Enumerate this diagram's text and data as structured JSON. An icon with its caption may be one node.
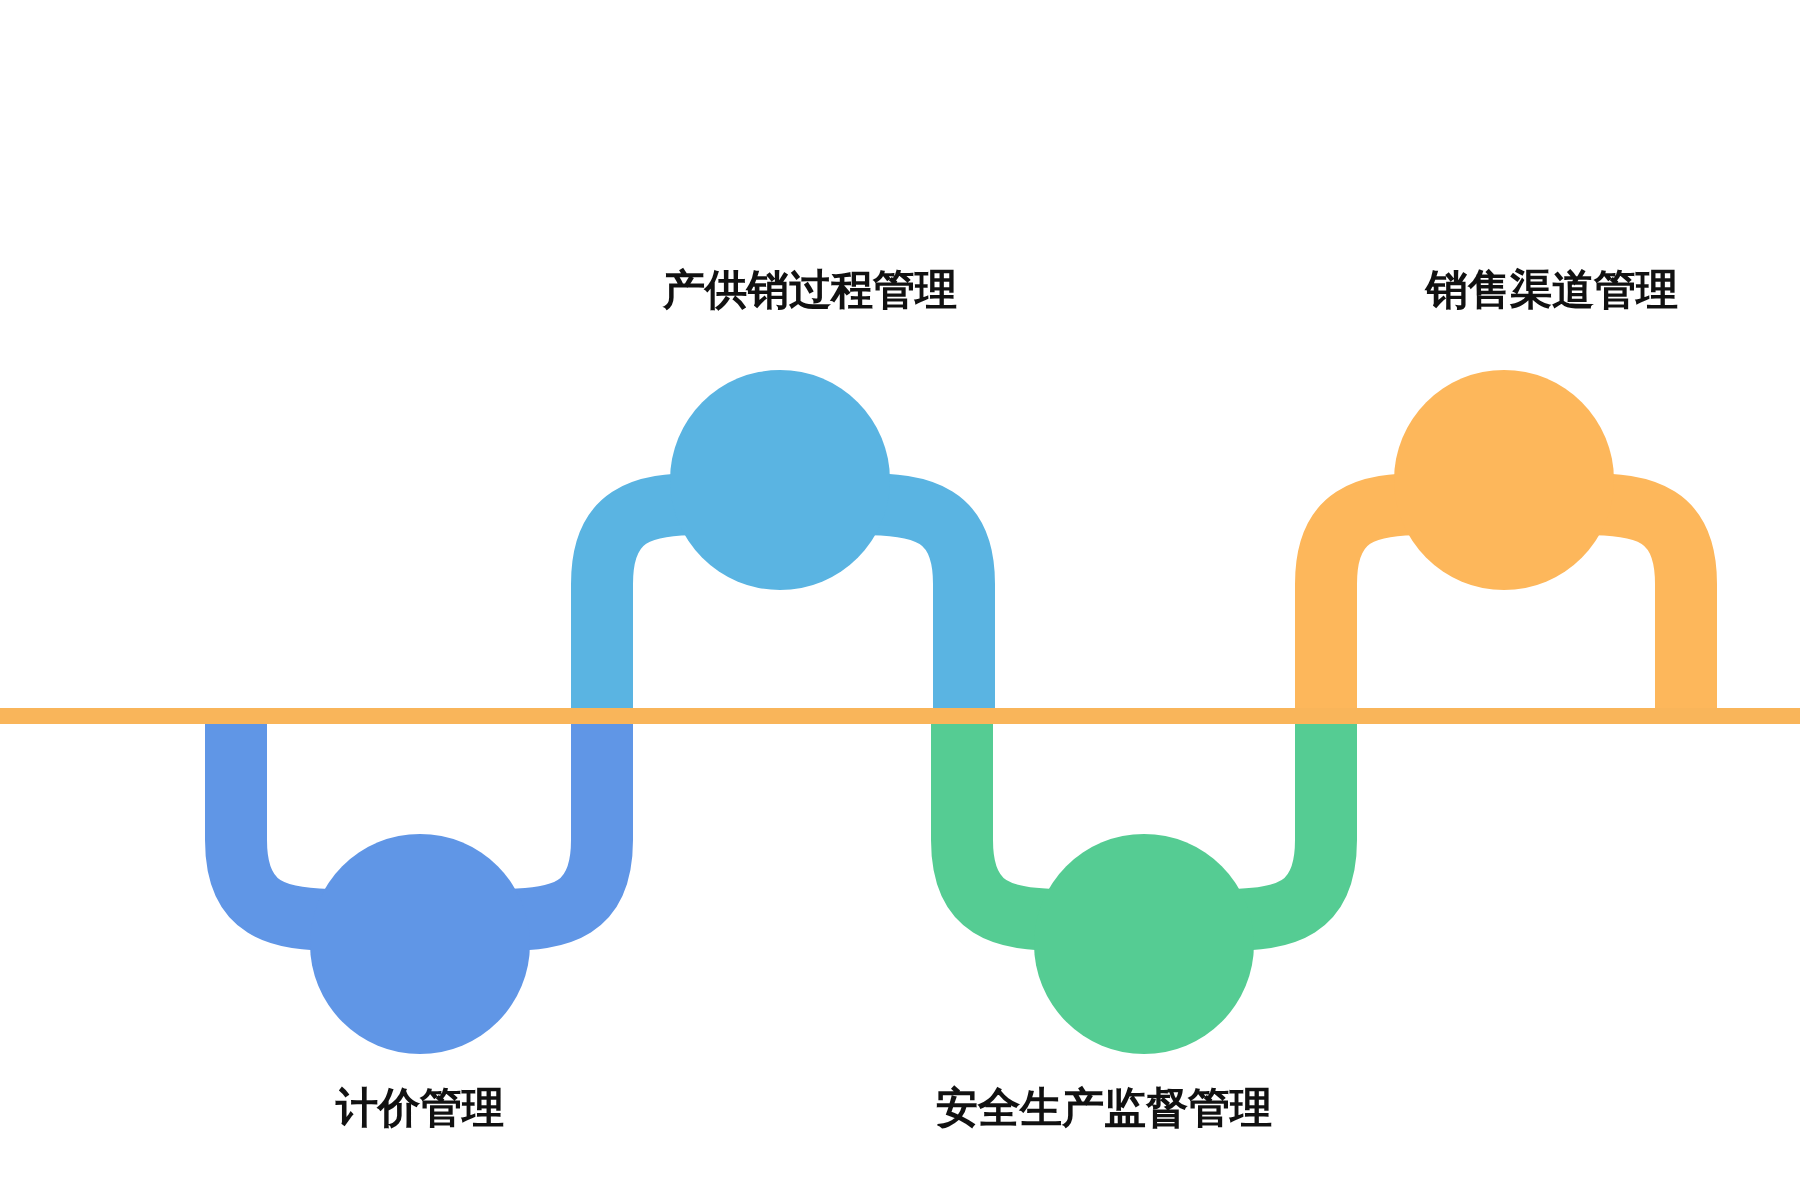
{
  "diagram": {
    "nodes": [
      {
        "text": [
          "计价管理"
        ]
      },
      {
        "text": [
          "产供销过程管理"
        ]
      },
      {
        "text": [
          "安全生产监督管理"
        ]
      },
      {
        "text": [
          "销售渠道管理"
        ]
      }
    ]
  }
}
